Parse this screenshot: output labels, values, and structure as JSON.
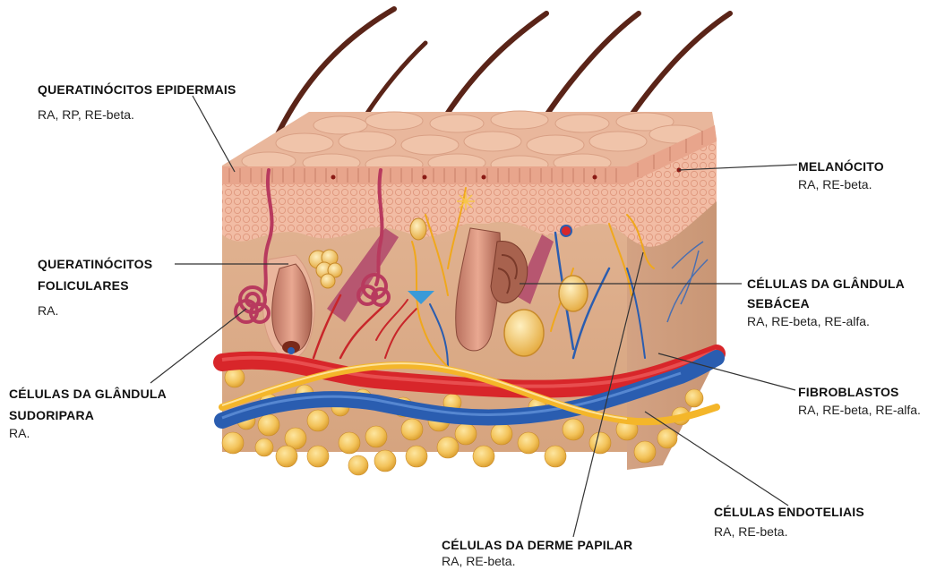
{
  "labels": {
    "queratinocitos_epidermais": {
      "title": "QUERATINÓCITOS EPIDERMAIS",
      "desc": "RA, RP, RE-beta."
    },
    "queratinocitos_foliculares": {
      "title_line1": "QUERATINÓCITOS",
      "title_line2": "FOLICULARES",
      "desc": "RA."
    },
    "glandula_sudoripara": {
      "title_line1": "CÉLULAS DA GLÂNDULA",
      "title_line2": "SUDORIPARA",
      "desc": "RA."
    },
    "melanocito": {
      "title": "MELANÓCITO",
      "desc": "RA, RE-beta."
    },
    "glandula_sebacea": {
      "title_line1": "CÉLULAS DA GLÂNDULA",
      "title_line2": "SEBÁCEA",
      "desc": "RA, RE-beta, RE-alfa."
    },
    "fibroblastos": {
      "title": "FIBROBLASTOS",
      "desc": "RA, RE-beta, RE-alfa."
    },
    "endoteliais": {
      "title": "CÉLULAS ENDOTELIAIS",
      "desc": "RA, RE-beta."
    },
    "derme_papilar": {
      "title": "CÉLULAS DA DERME PAPILAR",
      "desc": "RA, RE-beta."
    }
  },
  "colors": {
    "skin_surface": "#e9b79c",
    "epidermis": "#f2c0a8",
    "dermis": "#dcae8c",
    "artery": "#d8262a",
    "vein": "#2a5db0",
    "nerve": "#f4b62a",
    "fat": "#f3c35a",
    "hair": "#5a2418",
    "muscle": "#b0476b"
  }
}
